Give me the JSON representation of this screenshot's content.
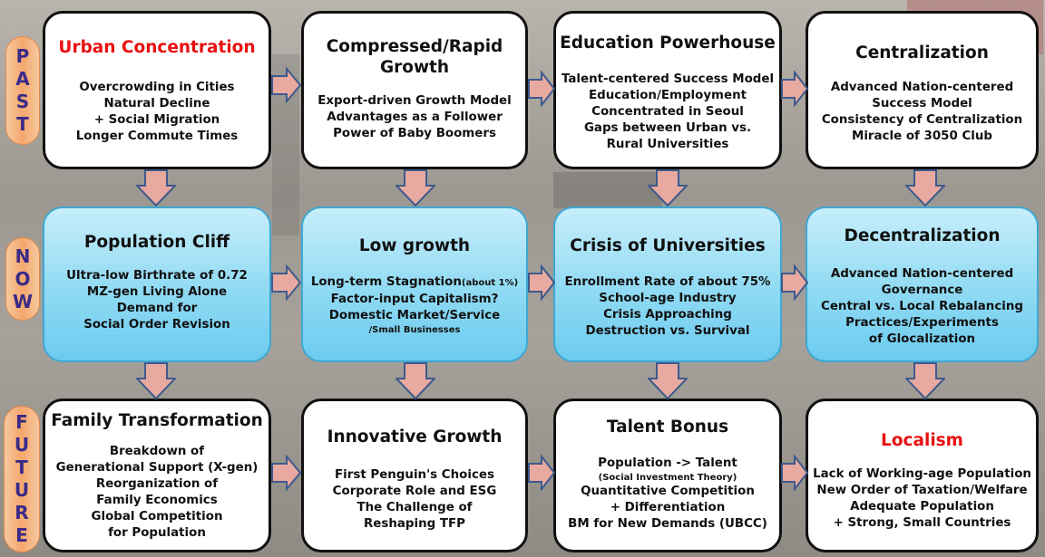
{
  "rows": [
    {
      "label": [
        "P",
        "A",
        "S",
        "T"
      ]
    },
    {
      "label": [
        "N",
        "O",
        "W"
      ]
    },
    {
      "label": [
        "F",
        "U",
        "T",
        "U",
        "R",
        "E"
      ]
    }
  ],
  "boxes": {
    "past": [
      {
        "title": "Urban Concentration",
        "title_color": "#e81010",
        "lines": [
          "Overcrowding in Cities",
          "Natural Decline",
          "+ Social Migration",
          "Longer Commute Times"
        ]
      },
      {
        "title_lines": [
          "Compressed/Rapid",
          "Growth"
        ],
        "lines": [
          "Export-driven Growth Model",
          "Advantages as a Follower",
          "Power of Baby Boomers"
        ]
      },
      {
        "title": "Education Powerhouse",
        "lines": [
          "Talent-centered Success Model",
          "Education/Employment",
          "Concentrated in Seoul",
          "Gaps between Urban vs.",
          "Rural Universities"
        ]
      },
      {
        "title": "Centralization",
        "lines": [
          "Advanced Nation-centered",
          "Success Model",
          "Consistency of Centralization",
          "Miracle of 3050 Club"
        ]
      }
    ],
    "now": [
      {
        "title": "Population Cliff",
        "lines": [
          "Ultra-low Birthrate of 0.72",
          "MZ-gen Living Alone",
          "Demand for",
          "Social Order Revision"
        ]
      },
      {
        "title": "Low growth",
        "line1_main": "Long-term Stagnation",
        "line1_small": "(about 1%)",
        "lines": [
          "Factor-input Capitalism?",
          "Domestic Market/Service"
        ],
        "small_last": "/Small Businesses"
      },
      {
        "title": "Crisis of Universities",
        "lines": [
          "Enrollment Rate of about 75%",
          "School-age Industry",
          "Crisis Approaching",
          "Destruction vs. Survival"
        ]
      },
      {
        "title": "Decentralization",
        "lines": [
          "Advanced Nation-centered",
          "Governance",
          "Central vs. Local Rebalancing",
          "Practices/Experiments",
          "of Glocalization"
        ]
      }
    ],
    "future": [
      {
        "title": "Family Transformation",
        "lines": [
          "Breakdown of",
          "Generational Support (X-gen)",
          "Reorganization of",
          "Family Economics",
          "Global Competition",
          "for Population"
        ]
      },
      {
        "title": "Innovative Growth",
        "lines": [
          "First Penguin's Choices",
          "Corporate Role and ESG",
          "The Challenge of",
          "Reshaping TFP"
        ]
      },
      {
        "title": "Talent Bonus",
        "line_a": "Population -> Talent",
        "small_b": "(Social Investment Theory)",
        "lines": [
          "Quantitative Competition",
          "+ Differentiation",
          "BM for New Demands (UBCC)"
        ]
      },
      {
        "title": "Localism",
        "title_color": "#e81010",
        "lines": [
          "Lack of Working-age Population",
          "New Order of Taxation/Welfare",
          "Adequate Population",
          "+ Strong, Small Countries"
        ]
      }
    ]
  },
  "colors": {
    "arrow_fill": "#e8aaa0",
    "arrow_stroke": "#3e5a8c",
    "accent_red": "#e81010",
    "now_box": "#8fdaf3"
  }
}
